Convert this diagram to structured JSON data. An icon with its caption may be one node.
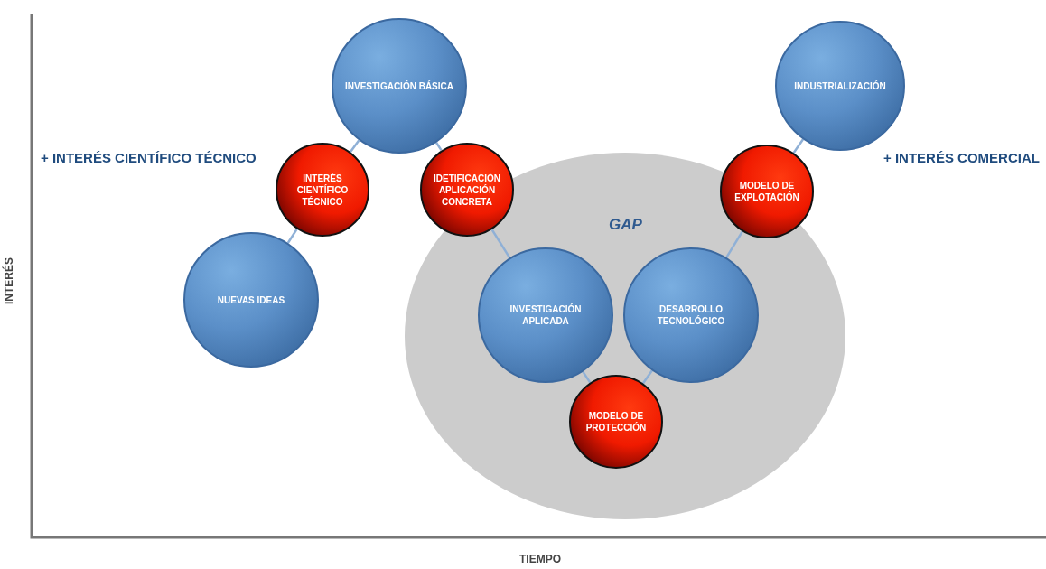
{
  "diagram": {
    "nodes": [
      {
        "text": [
          "INVESTIGACIÓN BÁSICA"
        ]
      },
      {
        "text": [
          "INDUSTRIALIZACIÓN"
        ]
      },
      {
        "text": [
          "INTERÉS CIENTÍFICO TÉCNICO"
        ]
      },
      {
        "text": [
          "IDETIFICACIÓN APLICACIÓN CONCRETA"
        ]
      },
      {
        "text": [
          "MODELO DE EXPLOTACIÓN"
        ]
      },
      {
        "text": [
          "GAP"
        ]
      },
      {
        "text": [
          "NUEVAS IDEAS"
        ]
      },
      {
        "text": [
          "INVESTIGACIÓN APLICADA"
        ],
        "in": 5
      },
      {
        "text": [
          "DESARROLLO TECNOLÓGICO"
        ],
        "in": 5
      },
      {
        "text": [
          "MODELO DE PROTECCIÓN"
        ],
        "in": 5
      }
    ],
    "edges": [
      {
        "from": 6,
        "to": 2,
        "arrow": "none"
      },
      {
        "from": 2,
        "to": 0,
        "arrow": "none"
      },
      {
        "from": 0,
        "to": 3,
        "arrow": "none"
      },
      {
        "from": 3,
        "to": 7,
        "arrow": "none"
      },
      {
        "from": 7,
        "to": 9,
        "arrow": "none"
      },
      {
        "from": 9,
        "to": 8,
        "arrow": "none"
      },
      {
        "from": 8,
        "to": 4,
        "arrow": "none"
      },
      {
        "from": 4,
        "to": 1,
        "arrow": "none"
      }
    ],
    "labels": [
      "+ INTERÉS CIENTÍFICO TÉCNICO",
      "+ INTERÉS COMERCIAL",
      "INTERÉS",
      "TIEMPO"
    ]
  }
}
